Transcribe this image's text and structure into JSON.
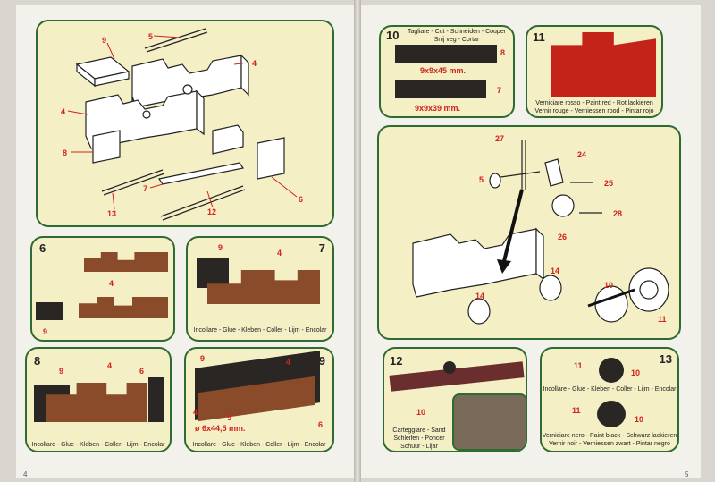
{
  "panels": {
    "p6": {
      "num": "6"
    },
    "p7": {
      "num": "7",
      "caption": "Incollare - Glue - Kleben - Coller - Lijm - Encolar"
    },
    "p8": {
      "num": "8",
      "caption": "Incollare - Glue - Kleben - Coller - Lijm - Encolar"
    },
    "p9": {
      "num": "9",
      "caption": "Incollare - Glue - Kleben - Coller - Lijm - Encolar",
      "dim": "ø 6x44,5 mm."
    },
    "p10": {
      "num": "10",
      "caption1": "Tagliare - Cut - Schneiden - Couper",
      "caption2": "Snij veg - Cortar",
      "dim1": "9x9x45 mm.",
      "dim2": "9x9x39 mm."
    },
    "p11": {
      "num": "11",
      "caption1": "Verniciare rosso - Paint red - Rot lackieren",
      "caption2": "Vernir rouge - Verniessen rood - Pintar rojo"
    },
    "p12": {
      "num": "12",
      "caption1": "Carteggiare - Sand",
      "caption2": "Schleifen - Poncer",
      "caption3": "Schuur - Lijar"
    },
    "p13": {
      "num": "13",
      "caption1": "Incollare - Glue - Kleben - Coller - Lijm - Encolar",
      "caption2": "Verniciare nero - Paint black - Schwarz lackieren",
      "caption3": "Vernir noir - Verniessen zwart - Pintar negro"
    }
  },
  "labels": {
    "l4": "4",
    "l5": "5",
    "l6": "6",
    "l7": "7",
    "l8": "8",
    "l9": "9",
    "l10": "10",
    "l11": "11",
    "l12": "12",
    "l13": "13",
    "l14": "14",
    "l24": "24",
    "l25": "25",
    "l26": "26",
    "l27": "27",
    "l28": "28"
  },
  "page_numbers": {
    "left": "4",
    "right": "5"
  },
  "colors": {
    "panel_border": "#2e6b32",
    "panel_fill": "#f5efc6",
    "label_red": "#d0231b",
    "wood": "#8a4b2a",
    "paint_red": "#c4231a"
  }
}
